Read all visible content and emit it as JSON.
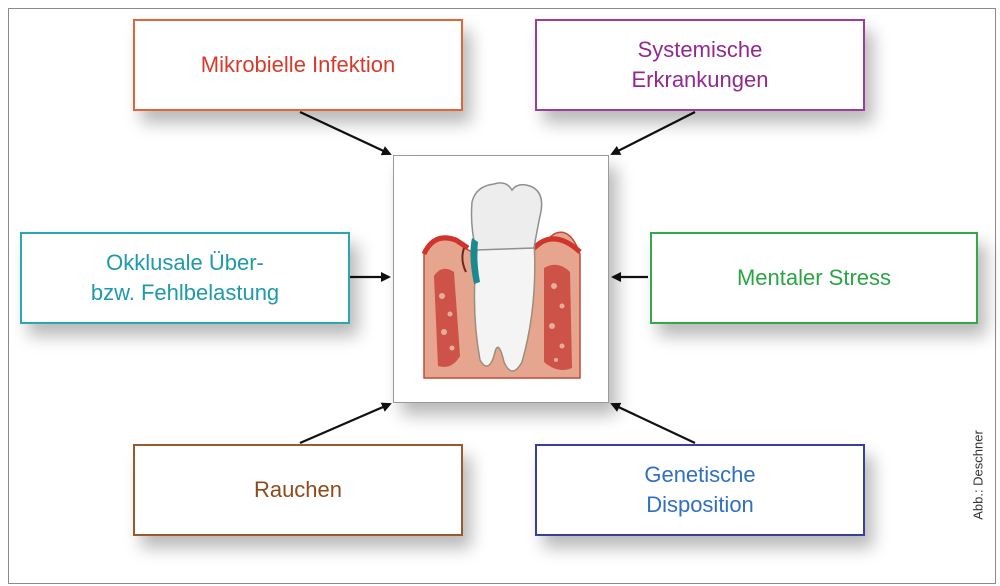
{
  "factors": {
    "mikrobielle": {
      "label": "Mikrobielle Infektion",
      "color": "#d83a2a"
    },
    "systemische": {
      "label": "Systemische\nErkrankungen",
      "color": "#93298e"
    },
    "okklusale": {
      "label": "Okklusale Über-\nbzw. Fehlbelastung",
      "color": "#1e9aa8"
    },
    "mentaler": {
      "label": "Mentaler Stress",
      "color": "#2aa544"
    },
    "rauchen": {
      "label": "Rauchen",
      "color": "#8f4a1c"
    },
    "genetische": {
      "label": "Genetische\nDisposition",
      "color": "#2f6fc4"
    }
  },
  "center": {
    "icon": "tooth-periodontitis-icon"
  },
  "credit": "Abb.: Deschner"
}
